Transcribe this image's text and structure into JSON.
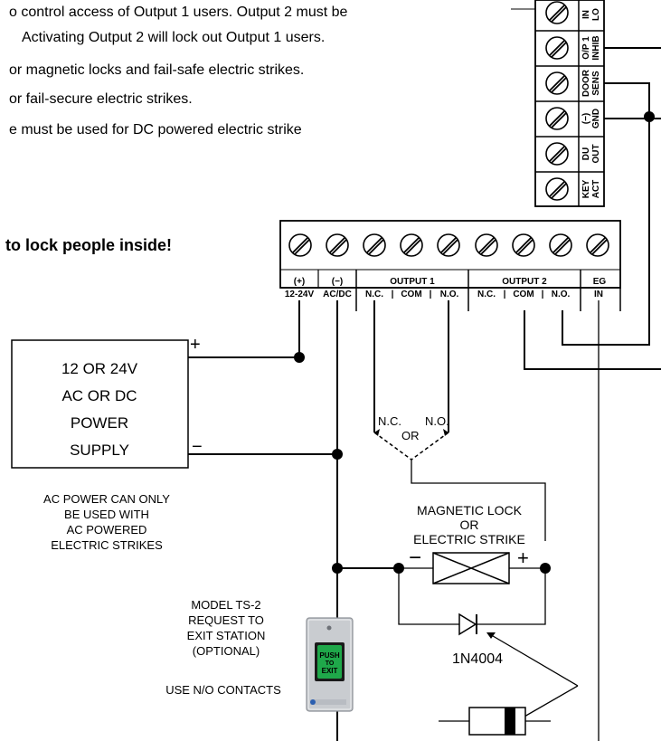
{
  "notes": [
    "o control access of Output 1 users. Output 2 must be",
    " Activating Output 2 will lock out Output 1 users.",
    "or magnetic locks and fail-safe electric strikes.",
    "or fail-secure electric strikes.",
    "e must be used for DC powered electric strike"
  ],
  "warning": "to lock people inside!",
  "side_terminals": [
    {
      "top": "O/P 1",
      "bottom": "INHIB"
    },
    {
      "top": "DOOR",
      "bottom": "SENS"
    },
    {
      "top": "(−)",
      "bottom": "GND"
    },
    {
      "top": "DU",
      "bottom": "OUT"
    },
    {
      "top": "KEY",
      "bottom": "ACT"
    }
  ],
  "side_partial": {
    "top": "IN",
    "bottom": "LO"
  },
  "terminal_block": {
    "plus": "(+)",
    "plus_sub": "12-24V",
    "minus": "(−)",
    "minus_sub": "AC/DC",
    "output1": "OUTPUT 1",
    "output2": "OUTPUT 2",
    "nc": "N.C.",
    "com": "COM",
    "no": "N.O.",
    "eg": "EG",
    "eg_sub": "IN",
    "sep": "|"
  },
  "power_supply": {
    "line1": "12 OR 24V",
    "line2": "AC OR DC",
    "line3": "POWER",
    "line4": "SUPPLY",
    "plus": "+",
    "minus": "−"
  },
  "ac_note": [
    "AC POWER CAN ONLY",
    "BE USED WITH",
    "AC POWERED",
    "ELECTRIC STRIKES"
  ],
  "selector": {
    "nc": "N.C.",
    "no": "N.O.",
    "or": "OR"
  },
  "lock": {
    "line1": "MAGNETIC LOCK",
    "line2": "OR",
    "line3": "ELECTRIC STRIKE",
    "minus": "−",
    "plus": "+"
  },
  "diode_label": "1N4004",
  "exit_station": {
    "line1": "MODEL TS-2",
    "line2": "REQUEST TO",
    "line3": "EXIT STATION",
    "line4": "(OPTIONAL)",
    "contacts": "USE N/O CONTACTS",
    "button_lines": [
      "PUSH",
      "TO",
      "EXIT"
    ]
  },
  "colors": {
    "button_green": "#1fa84a",
    "plate_silver": "#c9ccd0"
  }
}
